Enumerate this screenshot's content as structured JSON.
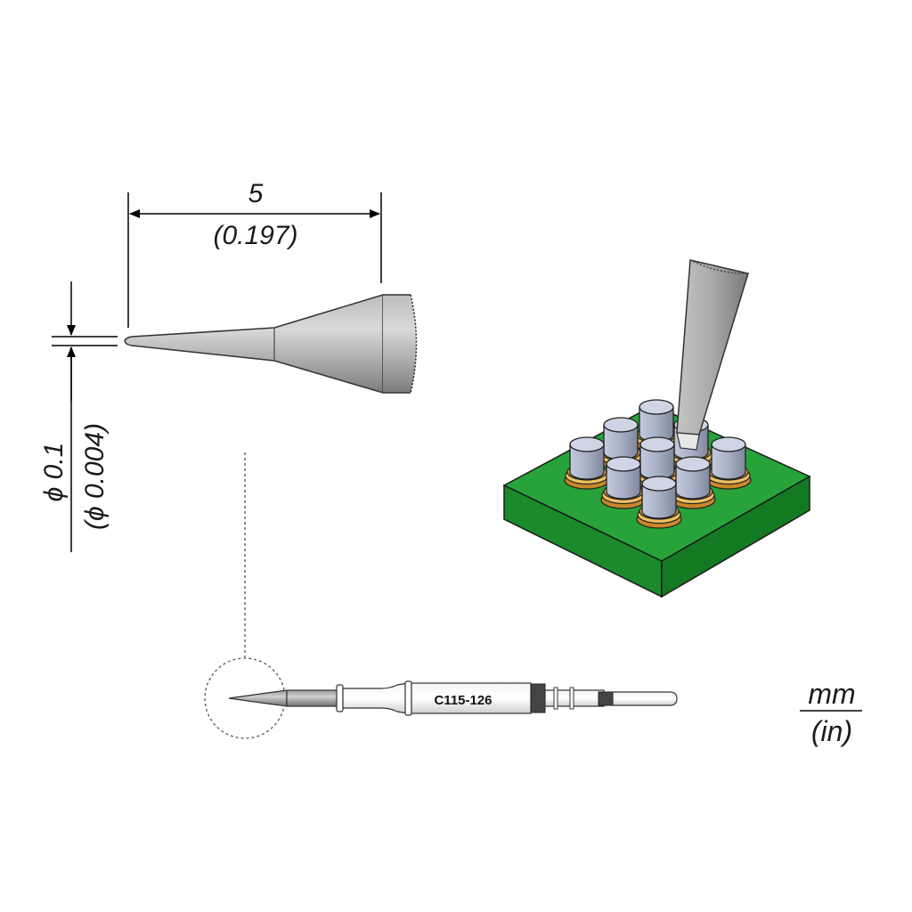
{
  "dimensions": {
    "length_mm": "5",
    "length_in": "(0.197)",
    "diameter_mm": "ϕ 0.1",
    "diameter_in": "(ϕ 0.004)"
  },
  "part_number": "C115-126",
  "units": {
    "primary": "mm",
    "secondary": "(in)"
  },
  "colors": {
    "tip_metal": "#9a9a9a",
    "pcb_green": "#1f8a2e",
    "pin_silver": "#a9b3c8",
    "solder_gold": "#d9a441"
  }
}
